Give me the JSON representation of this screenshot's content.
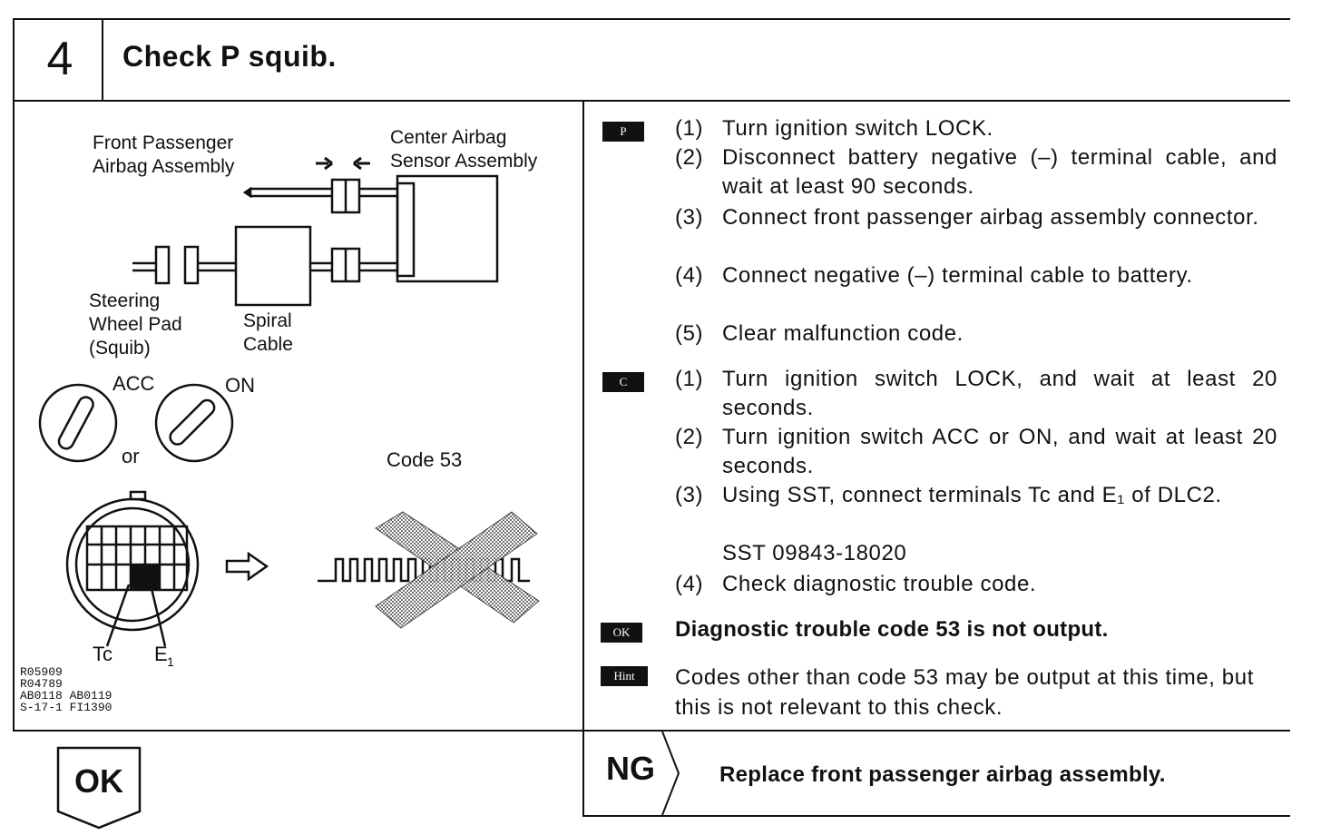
{
  "step": {
    "number": "4",
    "title": "Check P squib."
  },
  "diagram": {
    "labels": {
      "front_passenger": [
        "Front Passenger",
        "Airbag Assembly"
      ],
      "center_sensor": [
        "Center Airbag",
        "Sensor Assembly"
      ],
      "steering_pad": [
        "Steering",
        "Wheel Pad",
        "(Squib)"
      ],
      "spiral_cable": [
        "Spiral",
        "Cable"
      ],
      "acc": "ACC",
      "on": "ON",
      "or": "or",
      "code": "Code 53",
      "tc": "Tc",
      "e1": "E",
      "e1_sub": "1"
    },
    "figure_refs": [
      "R05909",
      "R04789",
      "AB0118 AB0119",
      "S-17-1 FI1390"
    ]
  },
  "tags": {
    "p": "P",
    "c": "C",
    "ok": "OK",
    "hint": "Hint"
  },
  "p_steps": [
    {
      "num": "(1)",
      "text": "Turn ignition switch LOCK."
    },
    {
      "num": "(2)",
      "text": "Disconnect battery negative (–) terminal cable, and wait at least 90 seconds."
    },
    {
      "num": "(3)",
      "text": "Connect front passenger airbag assembly connector."
    },
    {
      "num": "(4)",
      "text": "Connect negative (–) terminal cable to battery."
    },
    {
      "num": "(5)",
      "text": "Clear malfunction code."
    }
  ],
  "c_steps": [
    {
      "num": "(1)",
      "text": "Turn ignition switch LOCK, and wait at least 20 seconds."
    },
    {
      "num": "(2)",
      "text": "Turn ignition switch ACC or ON, and wait at least 20 seconds."
    },
    {
      "num": "(3)",
      "text": "Using SST, connect terminals Tc and E₁ of DLC2."
    },
    {
      "num": "",
      "text": "SST 09843-18020"
    },
    {
      "num": "(4)",
      "text": "Check diagnostic trouble code."
    }
  ],
  "ok_result": "Diagnostic trouble code 53 is not output.",
  "hint_text": "Codes other than code 53 may be output at this time, but this is not relevant to this check.",
  "ng": {
    "label": "NG",
    "action": "Replace front passenger airbag assembly."
  },
  "ok_flow": "OK"
}
